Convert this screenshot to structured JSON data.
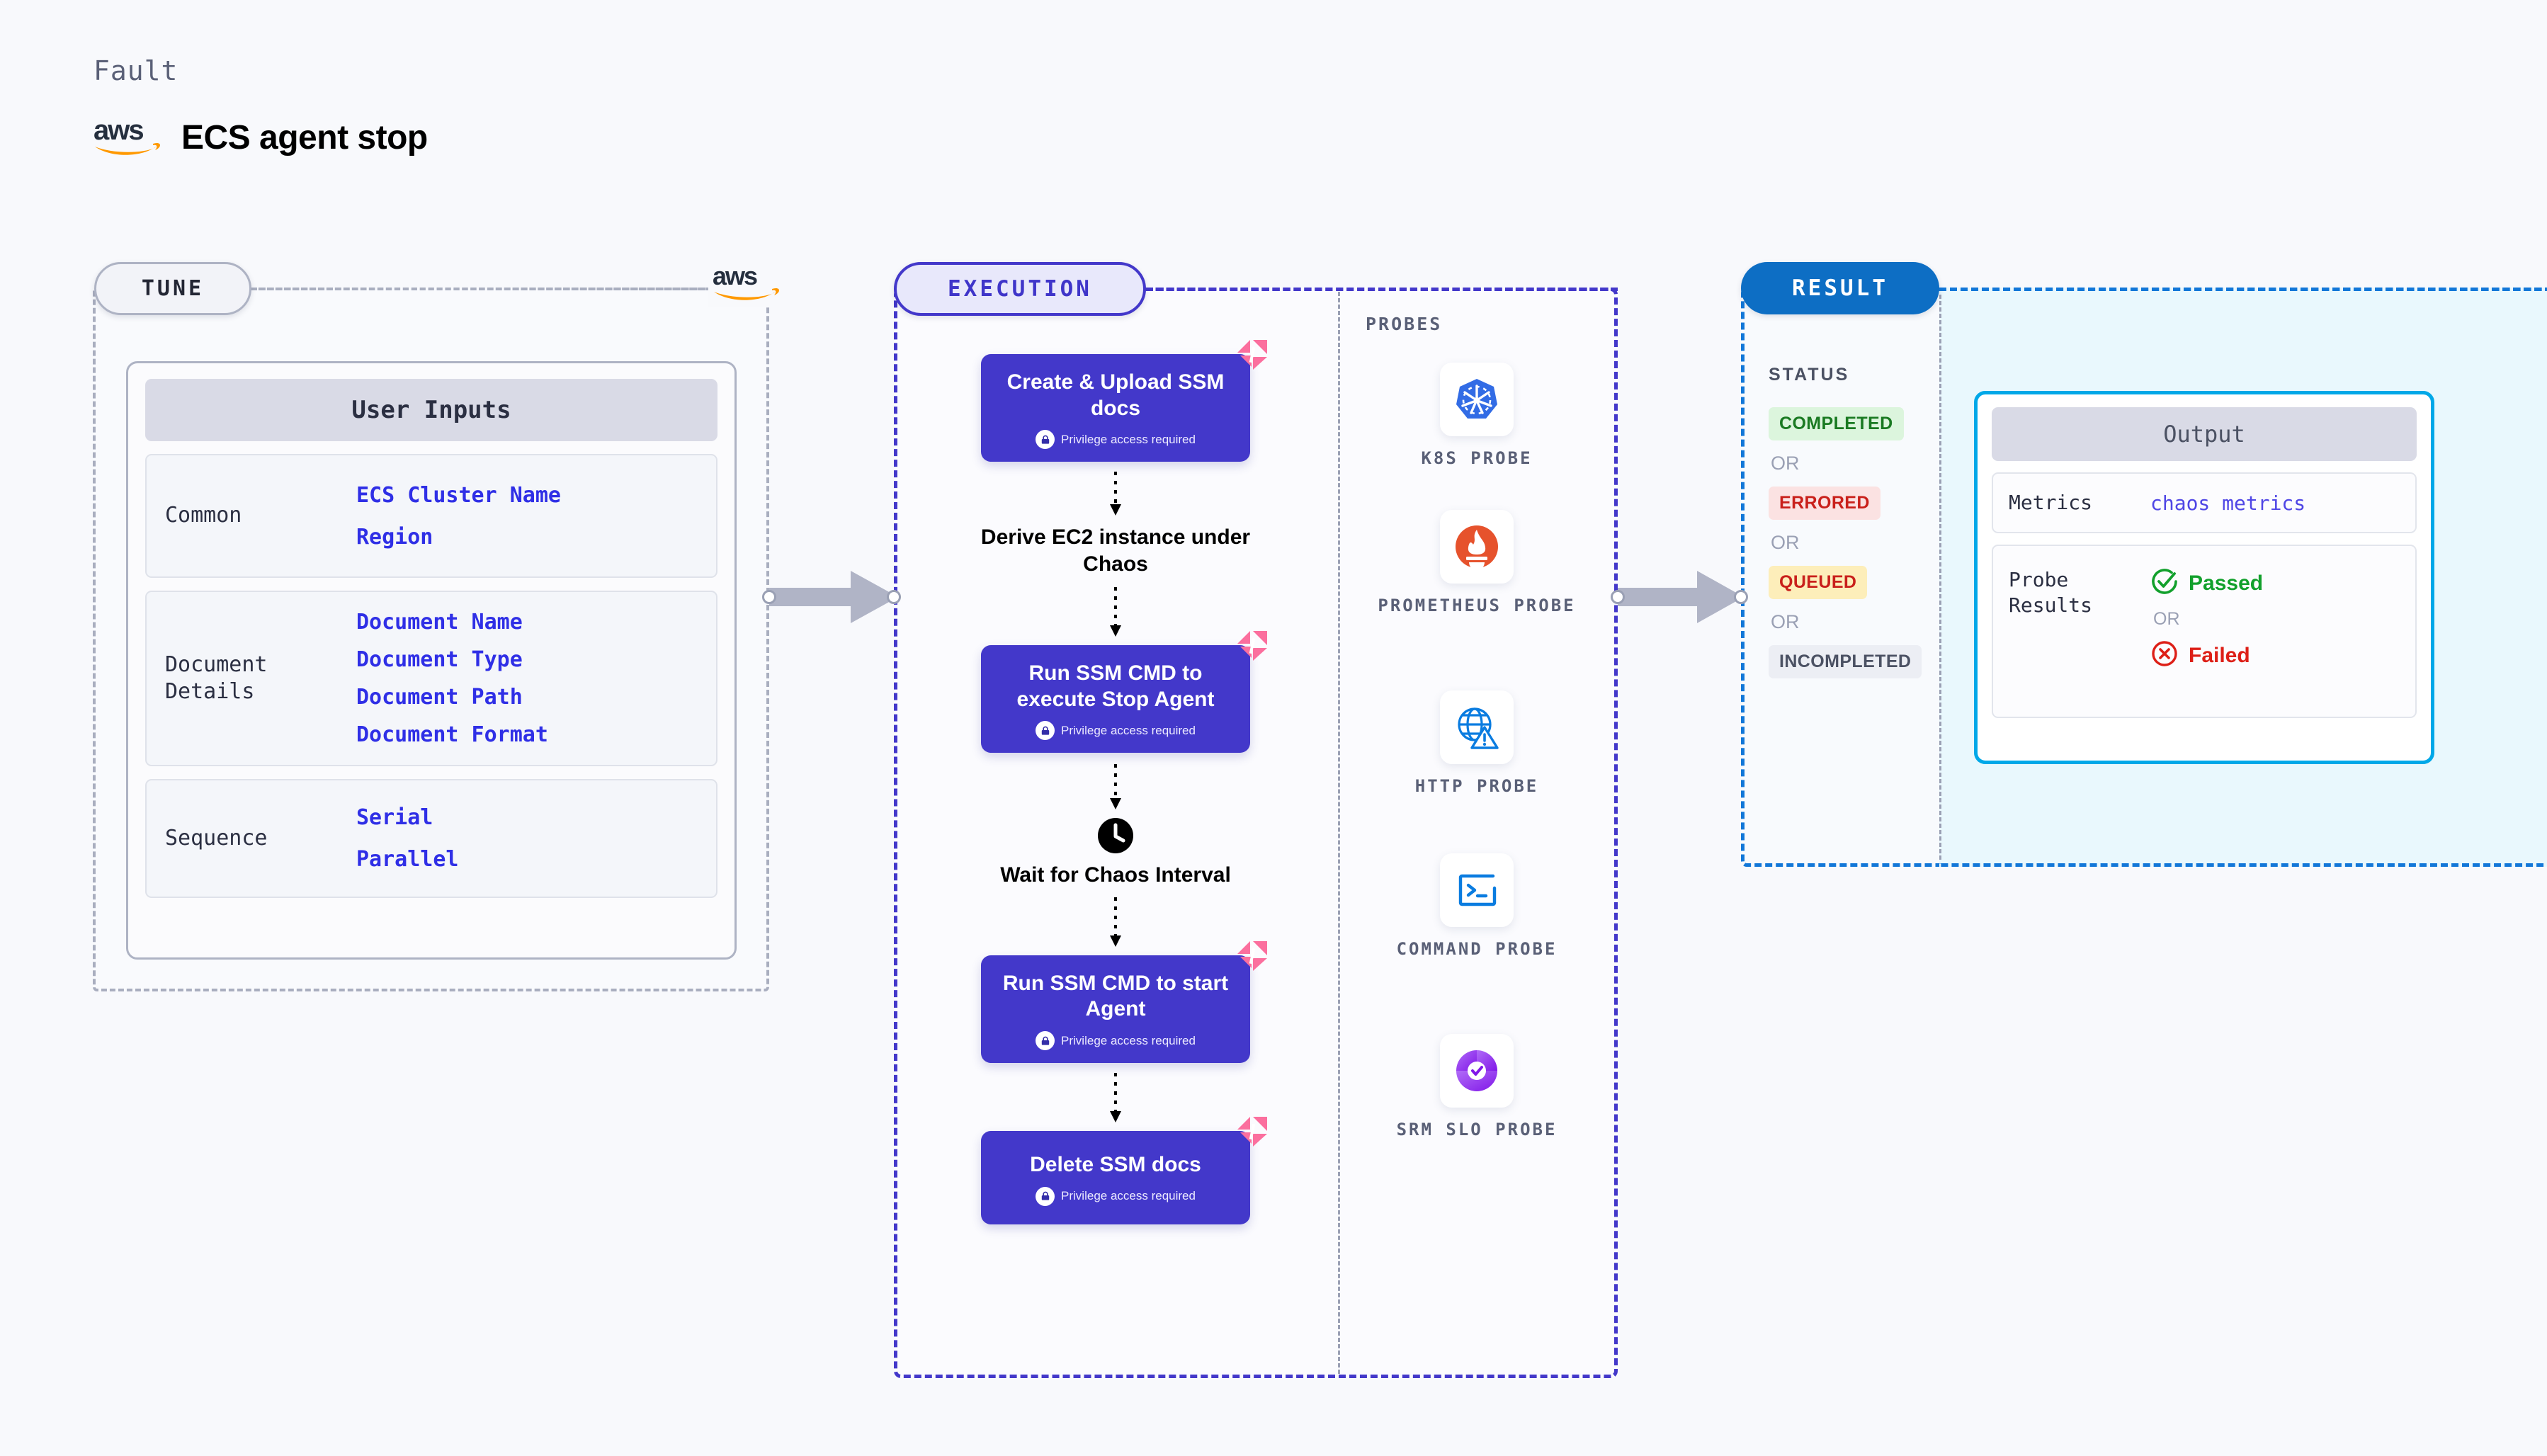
{
  "header": {
    "kicker": "Fault",
    "title": "ECS agent stop",
    "logo_icon": "aws-logo"
  },
  "tune": {
    "pill_label": "TUNE",
    "logo_icon": "aws-logo-small",
    "card_title": "User Inputs",
    "sections": [
      {
        "label": "Common",
        "values": [
          "ECS Cluster Name",
          "Region"
        ]
      },
      {
        "label": "Document\nDetails",
        "values": [
          "Document Name",
          "Document Type",
          "Document Path",
          "Document Format"
        ]
      },
      {
        "label": "Sequence",
        "values": [
          "Serial",
          "Parallel"
        ]
      }
    ]
  },
  "execution": {
    "pill_label": "EXECUTION",
    "privilege_note": "Privilege access required",
    "flow": [
      {
        "kind": "node",
        "label": "Create & Upload SSM docs",
        "privileged": true,
        "flagged": true
      },
      {
        "kind": "plain",
        "label": "Derive EC2 instance under Chaos",
        "icon": ""
      },
      {
        "kind": "node",
        "label": "Run SSM CMD to execute Stop Agent",
        "privileged": true,
        "flagged": true
      },
      {
        "kind": "plain",
        "label": "Wait for Chaos Interval",
        "icon": "clock-icon"
      },
      {
        "kind": "node",
        "label": "Run SSM CMD to start Agent",
        "privileged": true,
        "flagged": true
      },
      {
        "kind": "node",
        "label": "Delete SSM docs",
        "privileged": true,
        "flagged": true
      }
    ]
  },
  "probes": {
    "title": "PROBES",
    "items": [
      {
        "name": "K8S PROBE",
        "icon": "kubernetes-icon"
      },
      {
        "name": "PROMETHEUS PROBE",
        "icon": "prometheus-icon"
      },
      {
        "name": "HTTP PROBE",
        "icon": "http-globe-icon"
      },
      {
        "name": "COMMAND PROBE",
        "icon": "terminal-icon"
      },
      {
        "name": "SRM SLO PROBE",
        "icon": "srm-slo-icon"
      }
    ]
  },
  "result": {
    "pill_label": "RESULT",
    "status_label": "STATUS",
    "or_label": "OR",
    "statuses": [
      {
        "label": "COMPLETED",
        "style": "b-completed"
      },
      {
        "label": "ERRORED",
        "style": "b-errored"
      },
      {
        "label": "QUEUED",
        "style": "b-queued"
      },
      {
        "label": "INCOMPLETED",
        "style": "b-incomplete"
      }
    ]
  },
  "output": {
    "card_title": "Output",
    "metrics_label": "Metrics",
    "metrics_value": "chaos metrics",
    "probe_results_label": "Probe\nResults",
    "passed_label": "Passed",
    "failed_label": "Failed",
    "or_label": "OR"
  },
  "colors": {
    "indigo": "#4338ca",
    "pink_flag": "#fb6f9e",
    "result_blue": "#0d6ec4",
    "cyan": "#00a8e8",
    "green": "#12a02c",
    "red": "#dd1f17",
    "amber_bg": "#fdeeba",
    "value_blue": "#2f2fe6"
  }
}
